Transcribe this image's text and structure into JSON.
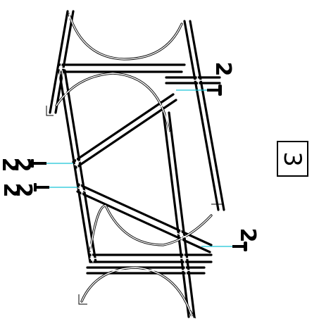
{
  "step": {
    "number": "3"
  },
  "screw_callouts": [
    {
      "id": "top-right",
      "qty": "2"
    },
    {
      "id": "left-upper",
      "qty": "2"
    },
    {
      "id": "left-lower",
      "qty": "2"
    },
    {
      "id": "bottom-right",
      "qty": "2"
    }
  ],
  "colors": {
    "line": "#000000",
    "leader": "#19c3d6",
    "background": "#ffffff"
  }
}
